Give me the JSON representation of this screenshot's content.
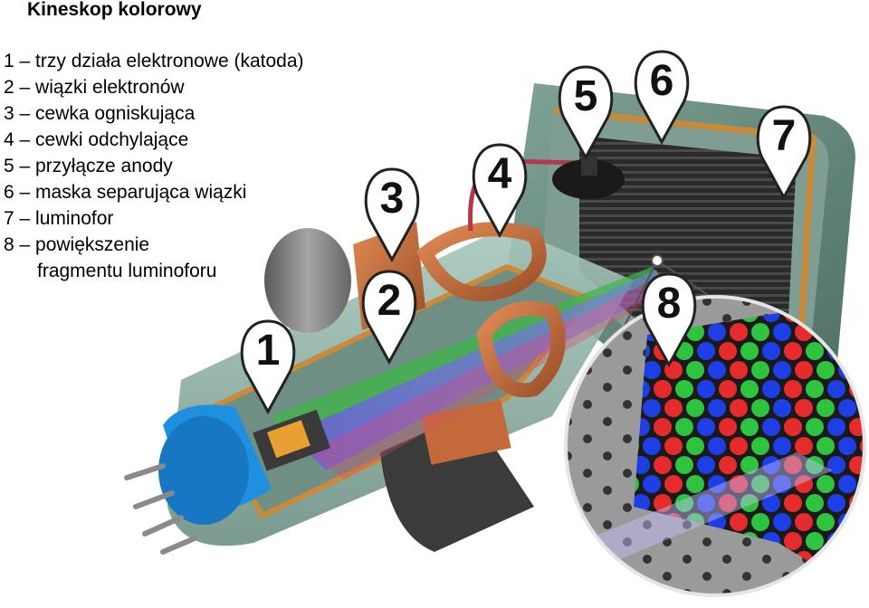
{
  "title": "Kineskop kolorowy",
  "legend": [
    {
      "text": "1 – trzy działa elektronowe (katoda)"
    },
    {
      "text": "2 – wiązki elektronów"
    },
    {
      "text": "3 – cewka ogniskująca"
    },
    {
      "text": "4 – cewki odchylające"
    },
    {
      "text": "5 – przyłącze anody"
    },
    {
      "text": "6 – maska separująca wiązki"
    },
    {
      "text": "7 – luminofor"
    },
    {
      "text": "8 – powiększenie",
      "continuation": "fragmentu luminoforu"
    }
  ],
  "markers": [
    "1",
    "2",
    "3",
    "4",
    "5",
    "6",
    "7",
    "8"
  ],
  "colors": {
    "glass": "#8fb5a8",
    "glass_dark": "#5d7f73",
    "copper": "#c06a3a",
    "orange_frame": "#c98a3a",
    "base_blue": "#1f8fe0",
    "beam_green": "#3fb54a",
    "beam_blue": "#6a5de0",
    "beam_red": "#d84a6a",
    "phosphor_red": "#e52b2b",
    "phosphor_green": "#2ec43f",
    "phosphor_blue": "#1f3fe6"
  }
}
